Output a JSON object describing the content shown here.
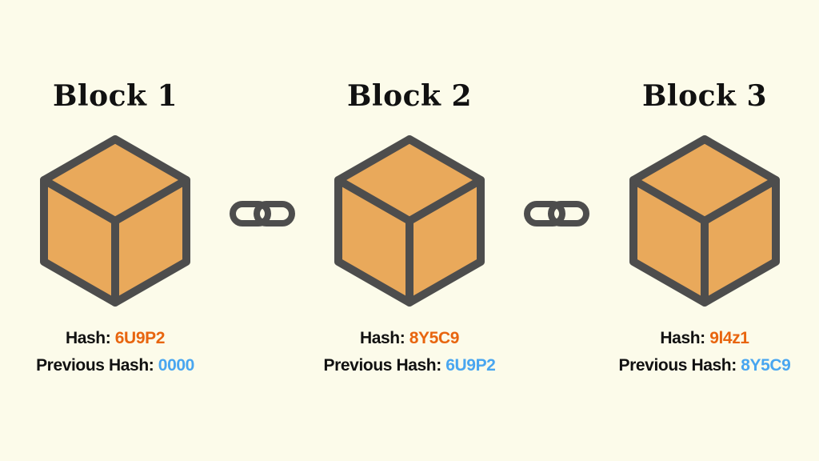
{
  "colors": {
    "background": "#FCFBEA",
    "cube_fill": "#E9A95B",
    "cube_stroke": "#4D4D4D",
    "hash_value": "#E8650F",
    "previous_hash_value": "#49A6F0",
    "link": "#4D4D4D"
  },
  "blocks": [
    {
      "title": "Block 1",
      "hash_label": "Hash:",
      "hash_value": "6U9P2",
      "prev_label": "Previous Hash:",
      "prev_value": "0000"
    },
    {
      "title": "Block 2",
      "hash_label": "Hash:",
      "hash_value": "8Y5C9",
      "prev_label": "Previous Hash:",
      "prev_value": "6U9P2"
    },
    {
      "title": "Block 3",
      "hash_label": "Hash:",
      "hash_value": "9l4z1",
      "prev_label": "Previous Hash:",
      "prev_value": "8Y5C9"
    }
  ],
  "icons": {
    "block": "cube-icon",
    "connector": "chain-link-icon"
  }
}
